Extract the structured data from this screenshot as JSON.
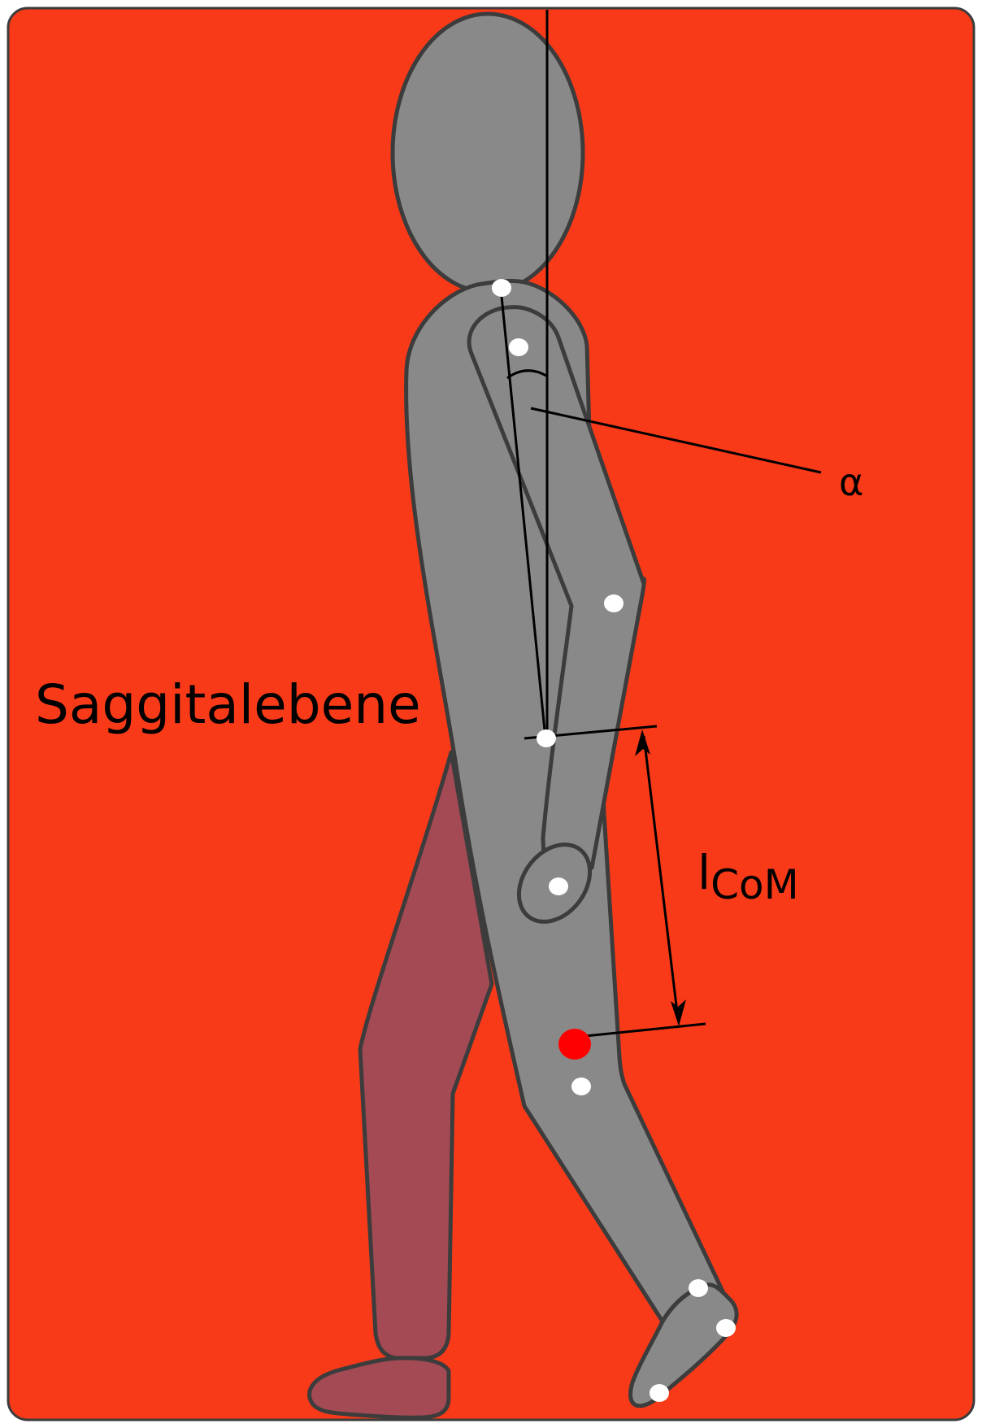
{
  "title_label": "Saggitalebene",
  "angle_label": "α",
  "length_label_main": "l",
  "length_label_sub": "CoM",
  "colors": {
    "background": "#f93a18",
    "body": "#898989",
    "rear_leg": "#a34a54",
    "outline": "#3c3c3c",
    "marker": "#ffffff",
    "center_of_mass": "#ff0000"
  }
}
